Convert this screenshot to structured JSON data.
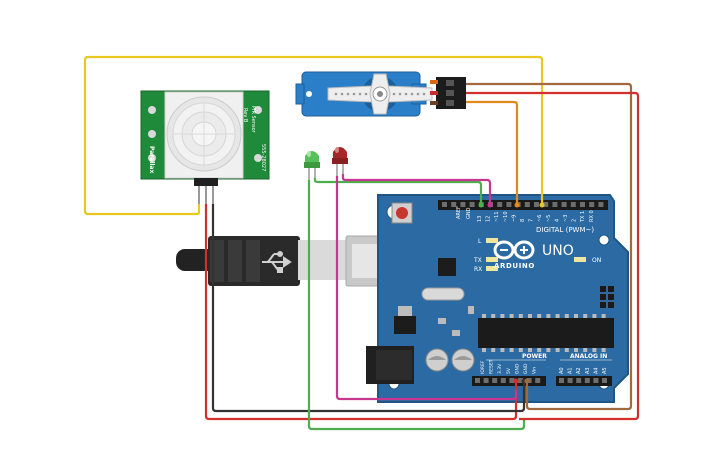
{
  "pir": {
    "vertical_text": "PIR Sensor",
    "rev": "Rev B",
    "part": "555-28027",
    "brand": "Parallax"
  },
  "arduino": {
    "brand": "ARDUINO",
    "model": "UNO",
    "digital_label": "DIGITAL (PWM~)",
    "power_label": "POWER",
    "analog_label": "ANALOG IN",
    "on_label": "ON",
    "led_labels": [
      "L",
      "TX",
      "RX"
    ],
    "aref": "AREF",
    "gnd": "GND",
    "digital_pins": [
      "13",
      "12",
      "~11",
      "~10",
      "~9",
      "8",
      "7",
      "~6",
      "~5",
      "4",
      "~3",
      "2",
      "TX 1",
      "RX 0"
    ],
    "power_pins": [
      "IOREF",
      "RESET",
      "3.3V",
      "5V",
      "GND",
      "GND",
      "Vin"
    ],
    "analog_pins": [
      "A0",
      "A1",
      "A2",
      "A3",
      "A4",
      "A5"
    ]
  },
  "colors": {
    "wire_yellow": "#e9c81f",
    "wire_red": "#d22f2f",
    "wire_black": "#333333",
    "wire_green": "#4cae4c",
    "wire_magenta": "#c8378f",
    "wire_orange": "#e08a1e",
    "wire_brown": "#a06a3c",
    "board": "#2b6aa3",
    "pir_board": "#1e8a3a",
    "servo": "#2a7fc8"
  }
}
